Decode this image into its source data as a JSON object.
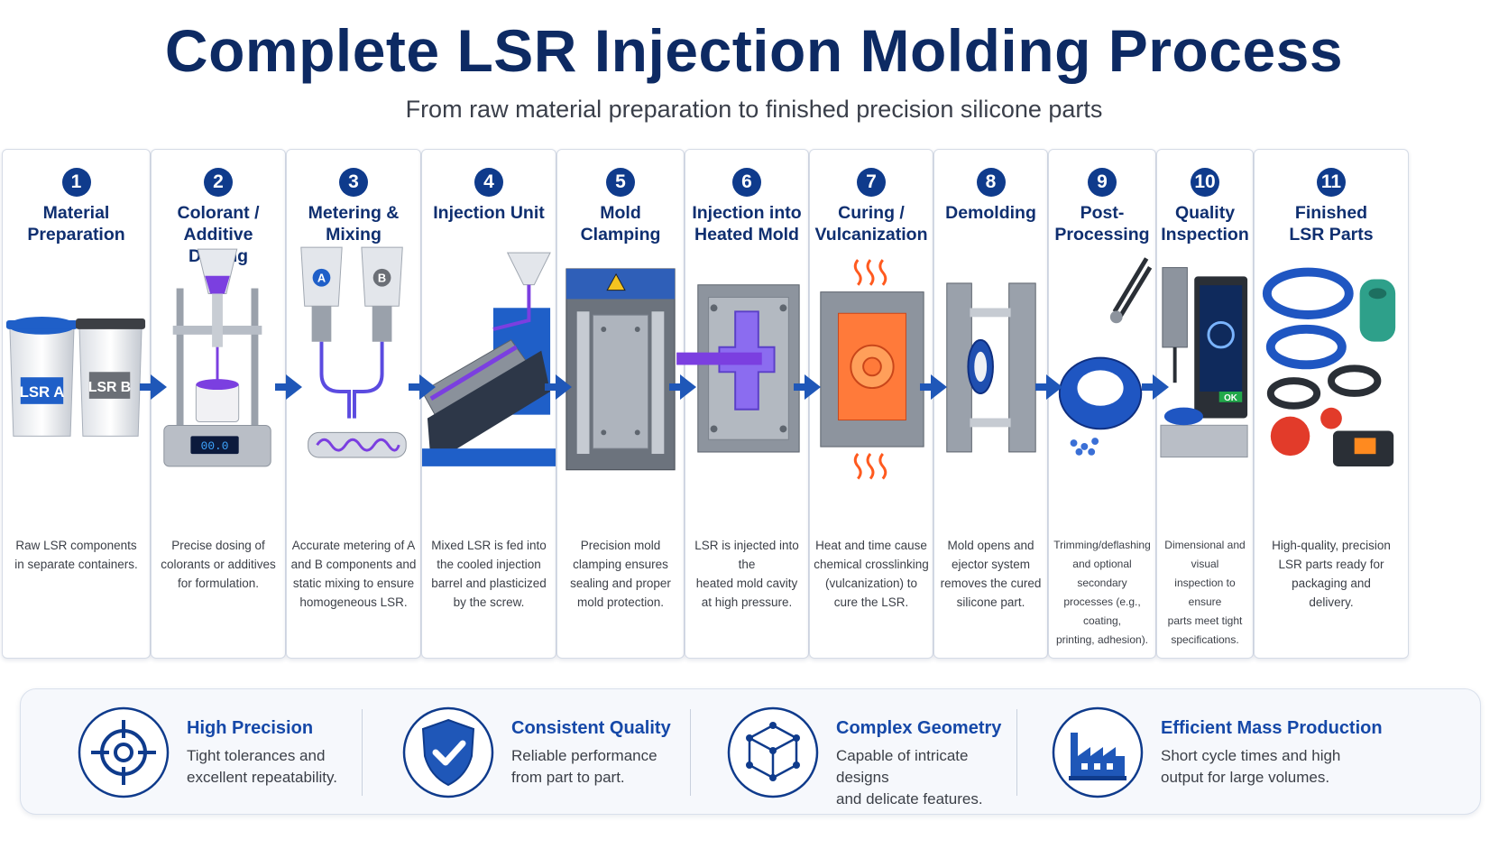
{
  "header": {
    "title": "Complete LSR Injection Molding Process",
    "subtitle": "From raw material preparation to finished precision silicone parts"
  },
  "steps": [
    {
      "num": "1",
      "title": "Material\nPreparation",
      "desc": "Raw LSR components\nin separate containers."
    },
    {
      "num": "2",
      "title": "Colorant /\nAdditive Dosing",
      "desc": "Precise dosing of\ncolorants or additives\nfor formulation."
    },
    {
      "num": "3",
      "title": "Metering &\nMixing",
      "desc": "Accurate metering of A\nand B components and\nstatic mixing to ensure\nhomogeneous LSR."
    },
    {
      "num": "4",
      "title": "Injection Unit",
      "desc": "Mixed LSR is fed into\nthe cooled injection\nbarrel and plasticized\nby the screw."
    },
    {
      "num": "5",
      "title": "Mold\nClamping",
      "desc": "Precision mold\nclamping ensures\nsealing and proper\nmold protection."
    },
    {
      "num": "6",
      "title": "Injection into\nHeated Mold",
      "desc": "LSR is injected into the\nheated mold cavity\nat high pressure."
    },
    {
      "num": "7",
      "title": "Curing /\nVulcanization",
      "desc": "Heat and time cause\nchemical crosslinking\n(vulcanization) to\ncure the LSR."
    },
    {
      "num": "8",
      "title": "Demolding",
      "desc": "Mold opens and\nejector system\nremoves the cured\nsilicone part."
    },
    {
      "num": "9",
      "title": "Post-\nProcessing",
      "desc": "Trimming/deflashing\nand optional secondary\nprocesses (e.g., coating,\nprinting, adhesion)."
    },
    {
      "num": "10",
      "title": "Quality\nInspection",
      "desc": "Dimensional and visual\ninspection to ensure\nparts meet tight\nspecifications."
    },
    {
      "num": "11",
      "title": "Finished\nLSR Parts",
      "desc": "High-quality, precision\nLSR parts ready for\npackaging and\ndelivery."
    }
  ],
  "labels": {
    "bucket_a": "LSR A",
    "bucket_b": "LSR B",
    "scale_display": "00.0",
    "component_a": "A",
    "component_b": "B",
    "inspection_ok": "OK"
  },
  "features": [
    {
      "title": "High Precision",
      "desc": "Tight tolerances and\nexcellent repeatability.",
      "icon": "crosshair-icon"
    },
    {
      "title": "Consistent Quality",
      "desc": "Reliable performance\nfrom part to part.",
      "icon": "shield-check-icon"
    },
    {
      "title": "Complex Geometry",
      "desc": "Capable of intricate designs\nand delicate features.",
      "icon": "cube-icon"
    },
    {
      "title": "Efficient Mass Production",
      "desc": "Short cycle times and high\noutput for large volumes.",
      "icon": "factory-icon"
    }
  ],
  "colors": {
    "navy": "#0d2a63",
    "accent_blue": "#1f57b8",
    "purple": "#7b3fe0",
    "heat_orange": "#ff6a2a"
  }
}
